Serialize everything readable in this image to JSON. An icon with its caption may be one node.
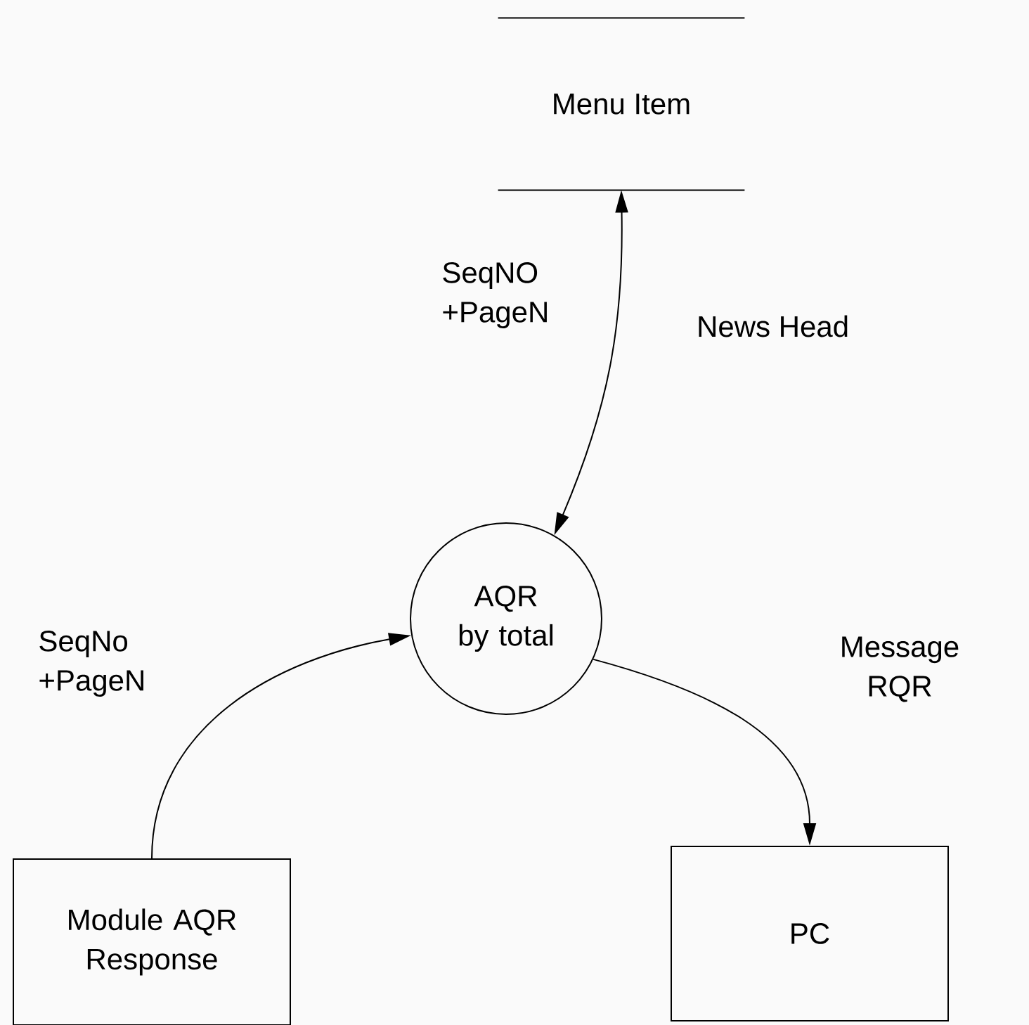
{
  "diagram": {
    "nodes": [
      {
        "text": [
          "Menu Item"
        ]
      },
      {
        "text": [
          "AQR by total"
        ]
      },
      {
        "text": [
          "Module AQR Response"
        ]
      },
      {
        "text": [
          "PC"
        ]
      }
    ],
    "edges": [
      {
        "from": 1,
        "to": 0,
        "arrow": "both",
        "label": "SeqNO +PageN"
      },
      {
        "from": 2,
        "to": 1,
        "arrow": "to",
        "label": "SeqNo +PageN"
      },
      {
        "from": 1,
        "to": 3,
        "arrow": "to",
        "label": "Message RQR"
      }
    ],
    "labels": [
      "News Head"
    ]
  }
}
